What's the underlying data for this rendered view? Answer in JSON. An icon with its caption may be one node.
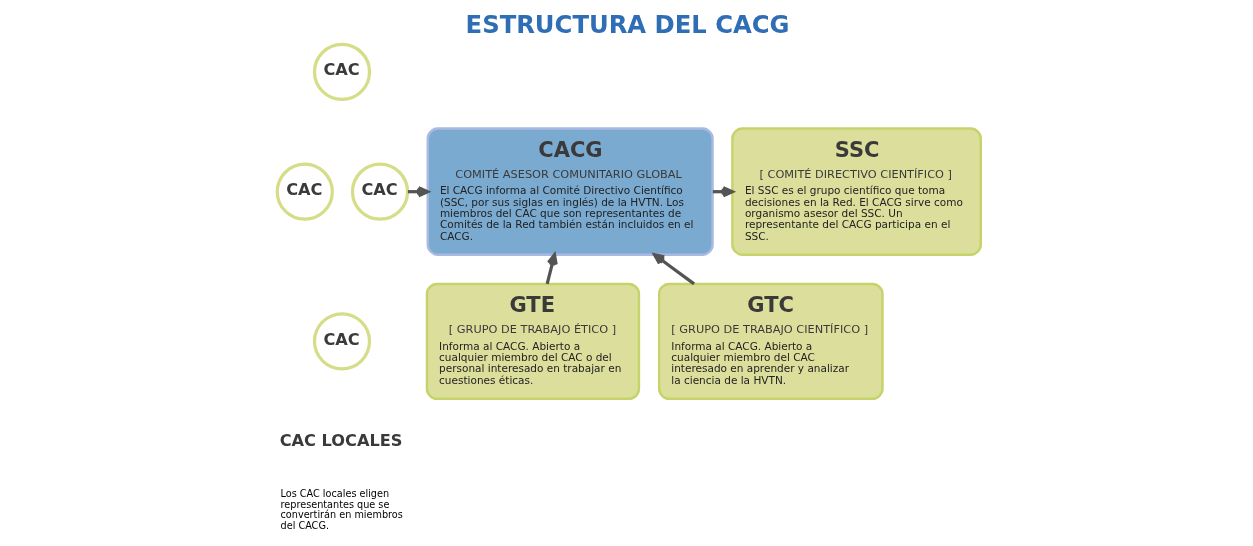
{
  "diagram": {
    "title": "ESTRUCTURA DEL CACG",
    "nodes": [
      {
        "text": [
          "CAC"
        ]
      },
      {
        "text": [
          "CAC"
        ]
      },
      {
        "text": [
          "CAC"
        ]
      },
      {
        "text": [
          "CAC"
        ]
      },
      {
        "text": [
          "CACG",
          "COMITÉ ASESOR COMUNITARIO GLOBAL",
          "El CACG informa al Comité Directivo Científico (SSC, por sus siglas en inglés) de la HVTN. Los miembros del CAC que son representantes de Comités de la Red también están incluidos en el CACG."
        ]
      },
      {
        "text": [
          "SSC",
          "[ COMITÉ DIRECTIVO CIENTÍFICO ]",
          "El SSC es el grupo científico que toma decisiones en la Red. El CACG sirve como organismo asesor del SSC. Un representante del CACG participa en el SSC."
        ]
      },
      {
        "text": [
          "GTE",
          "[ GRUPO DE TRABAJO ÉTICO ]",
          "Informa al CACG. Abierto a cualquier miembro del CAC o del personal interesado en trabajar en cuestiones éticas."
        ]
      },
      {
        "text": [
          "GTC",
          "[ GRUPO DE TRABAJO CIENTÍFICO ]",
          "Informa al CACG. Abierto a cualquier miembro del CAC interesado en aprender y analizar la ciencia de la HVTN."
        ]
      }
    ],
    "edges": [
      {
        "from": 2,
        "to": 4,
        "arrow": "to"
      },
      {
        "from": 4,
        "to": 5,
        "arrow": "to"
      },
      {
        "from": 6,
        "to": 4,
        "arrow": "to"
      },
      {
        "from": 7,
        "to": 4,
        "arrow": "to"
      }
    ],
    "labels": [
      "CAC LOCALES",
      "Los CAC locales eligen representantes que se convertirán en miembros del CACG."
    ]
  }
}
